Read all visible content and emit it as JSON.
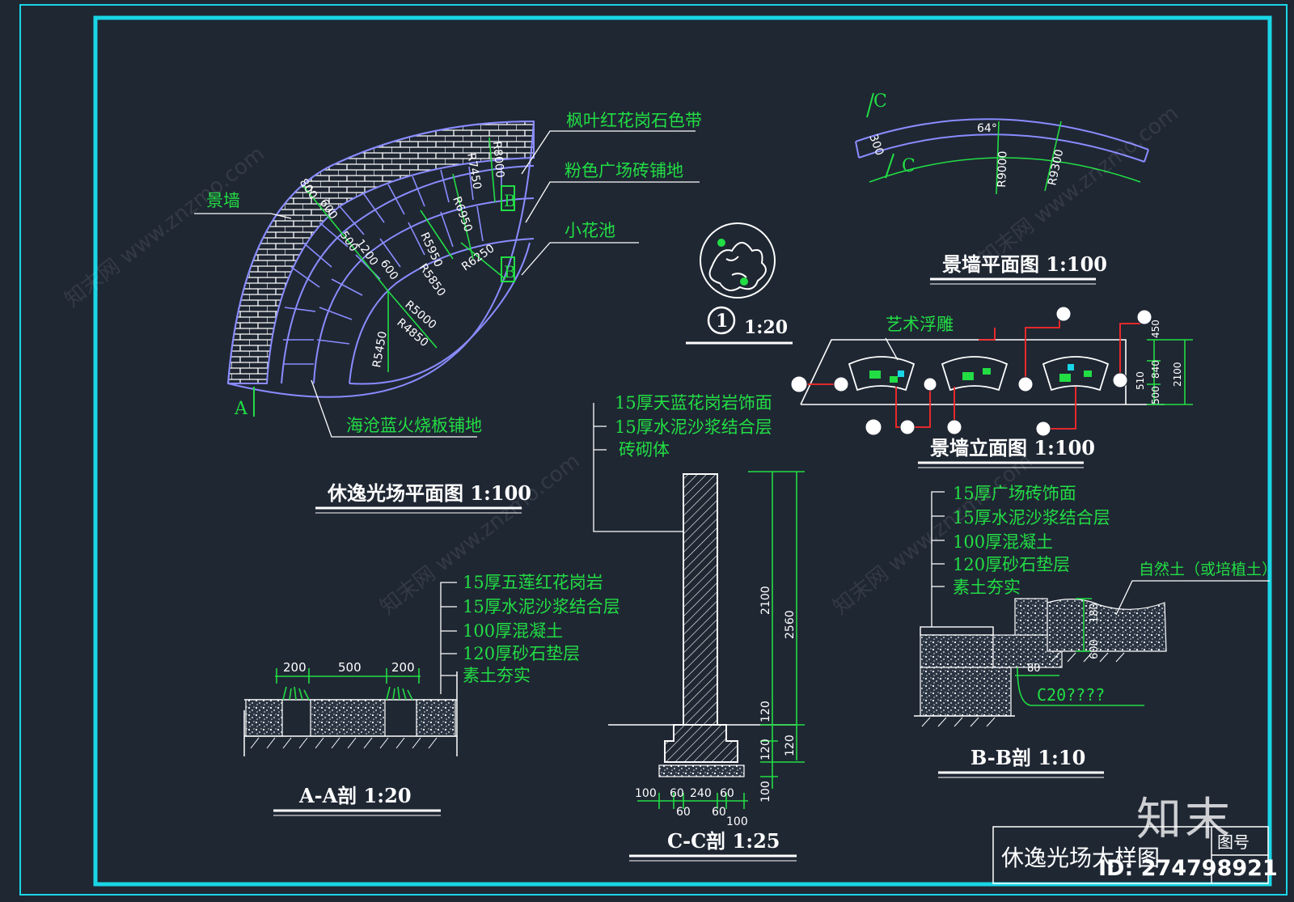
{
  "colors": {
    "background": "#1f2733",
    "frame": "#19d6e6",
    "line": "#ffffff",
    "dim": "#22dd44",
    "plan": "#8a8cff",
    "red": "#ff2a2a"
  },
  "plan": {
    "title": "休逸光场平面图 1:100",
    "labels": {
      "red_band": "枫叶红花岗石色带",
      "pink_brick": "粉色广场砖铺地",
      "flower_pool": "小花池",
      "wall": "景墙",
      "blue_paving": "海沧蓝火烧板铺地"
    },
    "dims": [
      "500",
      "1200",
      "600",
      "R5450",
      "R5000",
      "R4850",
      "R5850",
      "R5950",
      "R6250",
      "R6950",
      "R7450",
      "R8000",
      "800",
      "600"
    ],
    "section_marks": [
      "A",
      "B",
      "B"
    ]
  },
  "detail": {
    "scale": "1:20",
    "number": "1"
  },
  "wall_plan": {
    "title": "景墙平面图 1:100",
    "angle": "64°",
    "dims": [
      "300",
      "R9000",
      "R9300"
    ],
    "section_marks": [
      "C",
      "C"
    ]
  },
  "wall_elev": {
    "title": "景墙立面图 1:100",
    "label": "艺术浮雕",
    "dims": [
      "450",
      "840",
      "500",
      "510",
      "2100"
    ]
  },
  "section_aa": {
    "title": "A-A剖 1:20",
    "dims": [
      "200",
      "500",
      "200"
    ],
    "layers": [
      "15厚五莲红花岗岩",
      "15厚水泥沙浆结合层",
      "100厚混凝土",
      "120厚砂石垫层",
      "素土夯实"
    ]
  },
  "section_cc": {
    "title": "C-C剖 1:25",
    "layers": [
      "15厚天蓝花岗岩饰面",
      "15厚水泥沙浆结合层",
      "砖砌体"
    ],
    "dims_v": [
      "2100",
      "2560",
      "120",
      "120",
      "120",
      "100"
    ],
    "dims_h": [
      "100",
      "60",
      "240",
      "60",
      "60",
      "60",
      "100"
    ]
  },
  "section_bb": {
    "title": "B-B剖 1:10",
    "layers": [
      "15厚广场砖饰面",
      "15厚水泥沙浆结合层",
      "100厚混凝土",
      "120厚砂石垫层",
      "素土夯实"
    ],
    "soil": "自然土（或培植土）",
    "dims": [
      "600",
      "180",
      "80"
    ],
    "concrete": "C20????"
  },
  "title_block": {
    "title": "休逸光场大样图",
    "sheet": "图号"
  },
  "watermark": {
    "brand": "知末",
    "id": "ID: 274798921",
    "site": "知末网 www.znzmo.com"
  }
}
